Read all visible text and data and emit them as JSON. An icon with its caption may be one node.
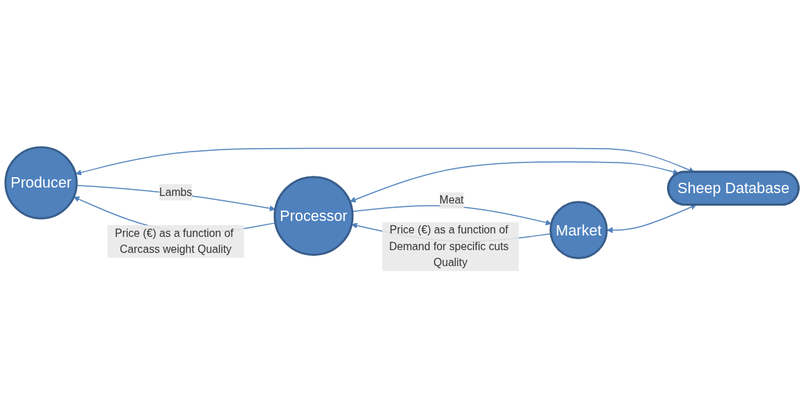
{
  "diagram": {
    "nodes": [
      {
        "text": [
          "Producer"
        ]
      },
      {
        "text": [
          "Processor"
        ]
      },
      {
        "text": [
          "Market"
        ]
      },
      {
        "text": [
          "Sheep Database"
        ]
      }
    ],
    "edges": [
      {
        "from": 0,
        "to": 1,
        "arrow": "to",
        "label": "Lambs"
      },
      {
        "from": 1,
        "to": 0,
        "arrow": "to",
        "label": "Price (€) as a function of Carcass weight Quality"
      },
      {
        "from": 1,
        "to": 2,
        "arrow": "to",
        "label": "Meat"
      },
      {
        "from": 2,
        "to": 1,
        "arrow": "to",
        "label": "Price (€) as a function of Demand for specific cuts Quality"
      },
      {
        "from": 0,
        "to": 3,
        "arrow": "both"
      },
      {
        "from": 1,
        "to": 3,
        "arrow": "both"
      },
      {
        "from": 2,
        "to": 3,
        "arrow": "both"
      }
    ]
  }
}
